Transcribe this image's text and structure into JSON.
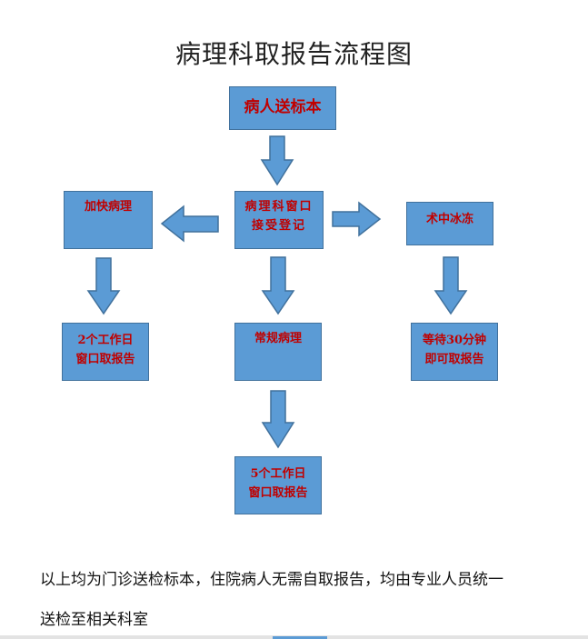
{
  "title": "病理科取报告流程图",
  "nodes": {
    "start": [
      "病人送标本"
    ],
    "register": [
      "病理科窗口",
      "接受登记"
    ],
    "fast": [
      "加快病理"
    ],
    "frozen": [
      "术中冰冻"
    ],
    "report_2d": [
      "2个工作日",
      "窗口取报告"
    ],
    "routine": [
      "常规病理"
    ],
    "report_30min": [
      "等待30分钟",
      "即可取报告"
    ],
    "report_5d": [
      "5个工作日",
      "窗口取报告"
    ]
  },
  "note": {
    "line1": "以上均为门诊送检标本，住院病人无需自取报告，均由专业人员统一",
    "line2": "送检至相关科室"
  },
  "colors": {
    "box_fill": "#5b9bd5",
    "box_border": "#41719c",
    "box_text": "#c00000"
  }
}
